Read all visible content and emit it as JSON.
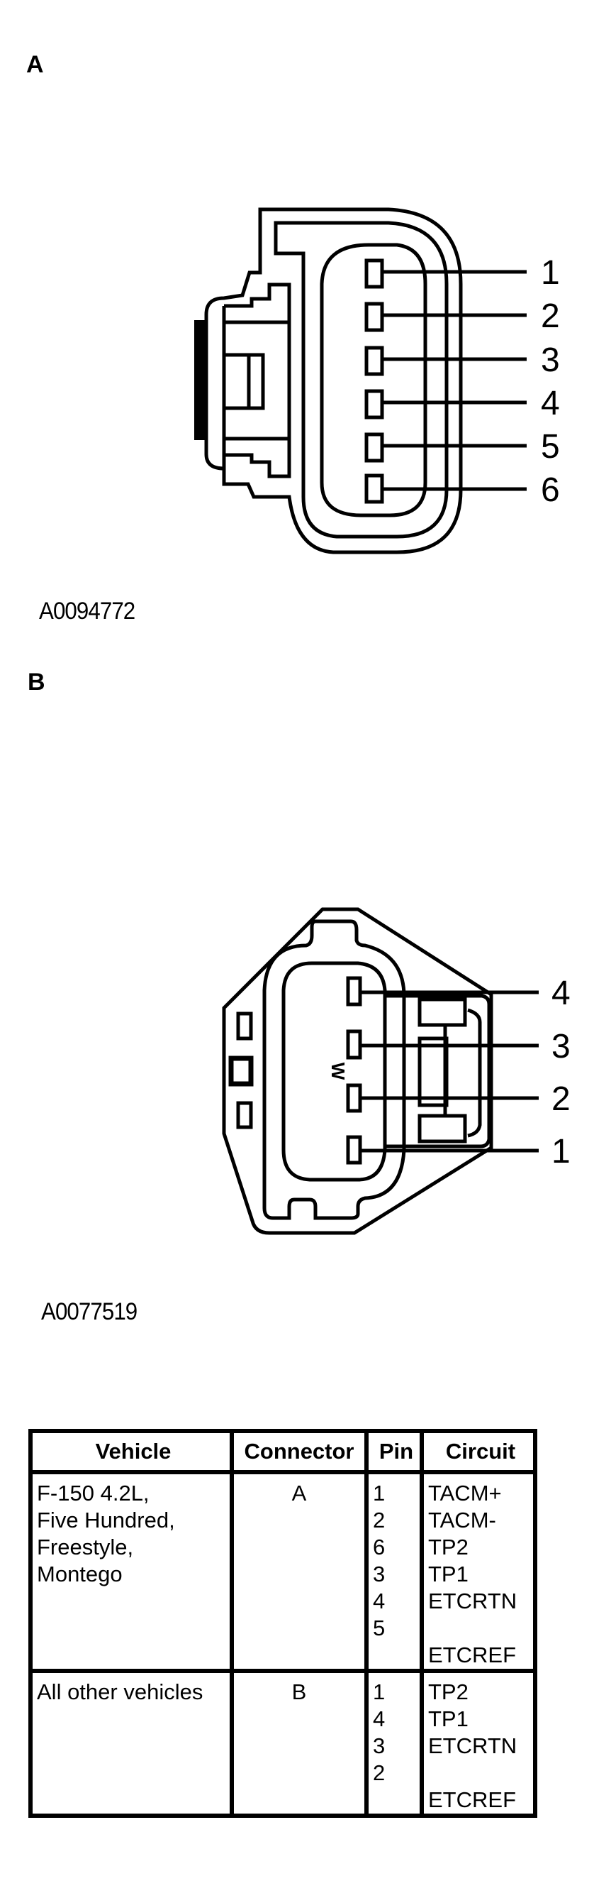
{
  "figure_a": {
    "section_letter": "A",
    "figure_id": "A0094772",
    "pin_labels": [
      "1",
      "2",
      "3",
      "4",
      "5",
      "6"
    ]
  },
  "figure_b": {
    "section_letter": "B",
    "figure_id": "A0077519",
    "housing_mark": "W",
    "pin_labels": [
      "4",
      "3",
      "2",
      "1"
    ]
  },
  "table": {
    "headers": {
      "vehicle": "Vehicle",
      "connector": "Connector",
      "pin": "Pin",
      "circuit": "Circuit"
    },
    "rows": [
      {
        "vehicle": [
          "F-150 4.2L,",
          "Five Hundred,",
          "Freestyle,",
          "Montego"
        ],
        "connector": "A",
        "pins": [
          "1",
          "2",
          "6",
          "3",
          "4",
          "5",
          ""
        ],
        "circuits": [
          "TACM+",
          "TACM-",
          "TP2",
          "TP1",
          "ETCRTN",
          "",
          "ETCREF"
        ]
      },
      {
        "vehicle": [
          "All other vehicles"
        ],
        "connector": "B",
        "pins": [
          "1",
          "4",
          "3",
          "2",
          ""
        ],
        "circuits": [
          "TP2",
          "TP1",
          "ETCRTN",
          "",
          "ETCREF"
        ]
      }
    ]
  }
}
